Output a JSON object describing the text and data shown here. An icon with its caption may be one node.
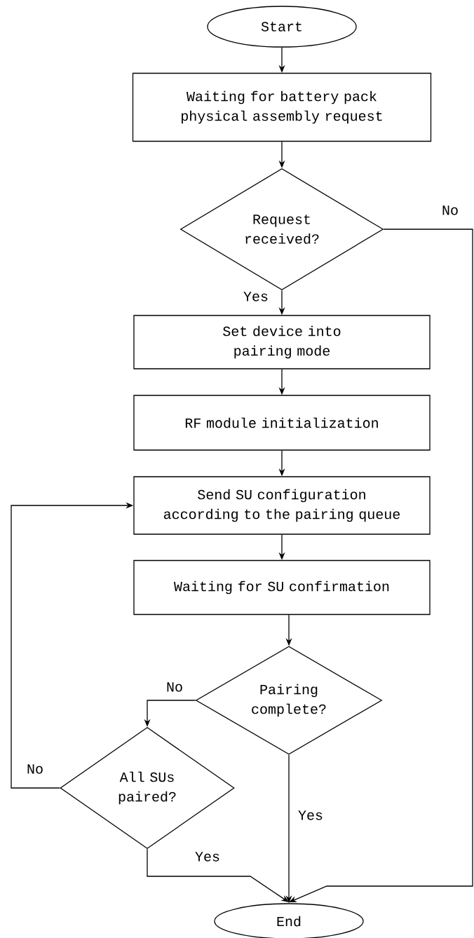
{
  "diagram": {
    "nodes": [
      {
        "text": [
          "Start"
        ]
      },
      {
        "text": [
          "Waiting for battery pack physical assembly request"
        ]
      },
      {
        "text": [
          "Request received?"
        ]
      },
      {
        "text": [
          "Set device into pairing mode"
        ]
      },
      {
        "text": [
          "RF module initialization"
        ]
      },
      {
        "text": [
          "Send SU configuration according to the pairing queue"
        ]
      },
      {
        "text": [
          "Waiting for SU confirmation"
        ]
      },
      {
        "text": [
          "Pairing complete?"
        ]
      },
      {
        "text": [
          "All SUs paired?"
        ]
      },
      {
        "text": [
          "End"
        ]
      }
    ],
    "edges": [
      {
        "from": 0,
        "to": 1,
        "arrow": "to"
      },
      {
        "from": 1,
        "to": 2,
        "arrow": "to"
      },
      {
        "from": 2,
        "to": 3,
        "label": "Yes",
        "arrow": "to"
      },
      {
        "from": 3,
        "to": 4,
        "arrow": "to"
      },
      {
        "from": 4,
        "to": 5,
        "arrow": "to"
      },
      {
        "from": 5,
        "to": 6,
        "arrow": "to"
      },
      {
        "from": 6,
        "to": 7,
        "arrow": "to"
      },
      {
        "from": 7,
        "to": 8,
        "label": "No",
        "arrow": "to"
      },
      {
        "from": 7,
        "to": 9,
        "label": "Yes",
        "arrow": "to"
      },
      {
        "from": 8,
        "to": 5,
        "label": "No",
        "arrow": "to"
      },
      {
        "from": 8,
        "to": 9,
        "label": "Yes",
        "arrow": "to"
      },
      {
        "from": 2,
        "to": 9,
        "label": "No",
        "arrow": "to"
      }
    ]
  }
}
